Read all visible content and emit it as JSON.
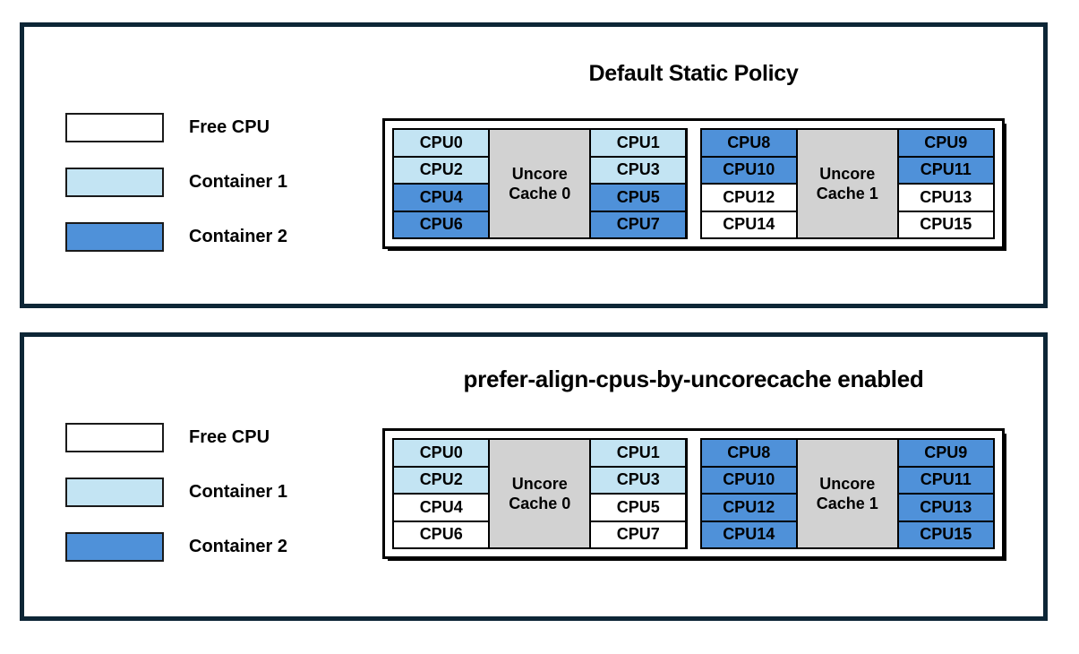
{
  "colors": {
    "panel_border": "#0d2636",
    "cell_border": "#000000",
    "free_cpu": "#ffffff",
    "container1": "#c3e4f3",
    "container2": "#4f91d9",
    "uncore_cache": "#d2d2d2"
  },
  "legend": {
    "items": [
      {
        "label": "Free CPU",
        "state": "free_cpu"
      },
      {
        "label": "Container 1",
        "state": "container1"
      },
      {
        "label": "Container 2",
        "state": "container2"
      }
    ]
  },
  "panels": [
    {
      "title": "Default Static Policy",
      "groups": [
        {
          "cache_label": "Uncore Cache 0",
          "left": [
            {
              "label": "CPU0",
              "state": "container1"
            },
            {
              "label": "CPU2",
              "state": "container1"
            },
            {
              "label": "CPU4",
              "state": "container2"
            },
            {
              "label": "CPU6",
              "state": "container2"
            }
          ],
          "right": [
            {
              "label": "CPU1",
              "state": "container1"
            },
            {
              "label": "CPU3",
              "state": "container1"
            },
            {
              "label": "CPU5",
              "state": "container2"
            },
            {
              "label": "CPU7",
              "state": "container2"
            }
          ]
        },
        {
          "cache_label": "Uncore Cache 1",
          "left": [
            {
              "label": "CPU8",
              "state": "container2"
            },
            {
              "label": "CPU10",
              "state": "container2"
            },
            {
              "label": "CPU12",
              "state": "free_cpu"
            },
            {
              "label": "CPU14",
              "state": "free_cpu"
            }
          ],
          "right": [
            {
              "label": "CPU9",
              "state": "container2"
            },
            {
              "label": "CPU11",
              "state": "container2"
            },
            {
              "label": "CPU13",
              "state": "free_cpu"
            },
            {
              "label": "CPU15",
              "state": "free_cpu"
            }
          ]
        }
      ]
    },
    {
      "title": "prefer-align-cpus-by-uncorecache enabled",
      "groups": [
        {
          "cache_label": "Uncore Cache 0",
          "left": [
            {
              "label": "CPU0",
              "state": "container1"
            },
            {
              "label": "CPU2",
              "state": "container1"
            },
            {
              "label": "CPU4",
              "state": "free_cpu"
            },
            {
              "label": "CPU6",
              "state": "free_cpu"
            }
          ],
          "right": [
            {
              "label": "CPU1",
              "state": "container1"
            },
            {
              "label": "CPU3",
              "state": "container1"
            },
            {
              "label": "CPU5",
              "state": "free_cpu"
            },
            {
              "label": "CPU7",
              "state": "free_cpu"
            }
          ]
        },
        {
          "cache_label": "Uncore Cache 1",
          "left": [
            {
              "label": "CPU8",
              "state": "container2"
            },
            {
              "label": "CPU10",
              "state": "container2"
            },
            {
              "label": "CPU12",
              "state": "container2"
            },
            {
              "label": "CPU14",
              "state": "container2"
            }
          ],
          "right": [
            {
              "label": "CPU9",
              "state": "container2"
            },
            {
              "label": "CPU11",
              "state": "container2"
            },
            {
              "label": "CPU13",
              "state": "container2"
            },
            {
              "label": "CPU15",
              "state": "container2"
            }
          ]
        }
      ]
    }
  ]
}
